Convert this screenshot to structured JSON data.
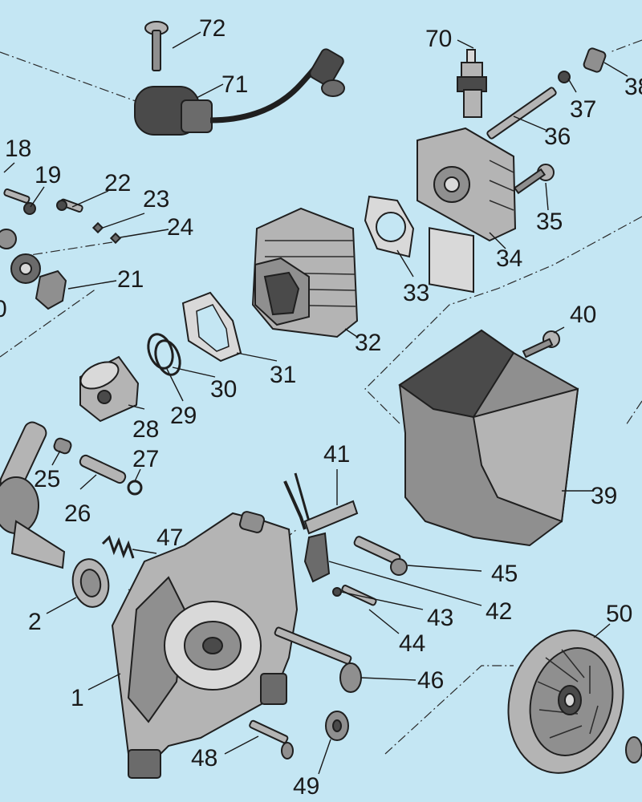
{
  "labels": {
    "n1": "1",
    "n2": "2",
    "n18": "18",
    "n19": "19",
    "n20": "0",
    "n21": "21",
    "n22": "22",
    "n23": "23",
    "n24": "24",
    "n25": "25",
    "n26": "26",
    "n27": "27",
    "n28": "28",
    "n29": "29",
    "n30": "30",
    "n31": "31",
    "n32": "32",
    "n33": "33",
    "n34": "34",
    "n35": "35",
    "n36": "36",
    "n37": "37",
    "n38": "38",
    "n39": "39",
    "n40": "40",
    "n41": "41",
    "n42": "42",
    "n43": "43",
    "n44": "44",
    "n45": "45",
    "n46": "46",
    "n47": "47",
    "n48": "48",
    "n49": "49",
    "n50": "50",
    "n70": "70",
    "n71": "71",
    "n72": "72"
  },
  "colors": {
    "background": "#c4e6f3",
    "part_dark": "#4a4a4a",
    "part_mid": "#8f8f8f",
    "part_light": "#b4b4b4",
    "line": "#1a1a1a"
  }
}
